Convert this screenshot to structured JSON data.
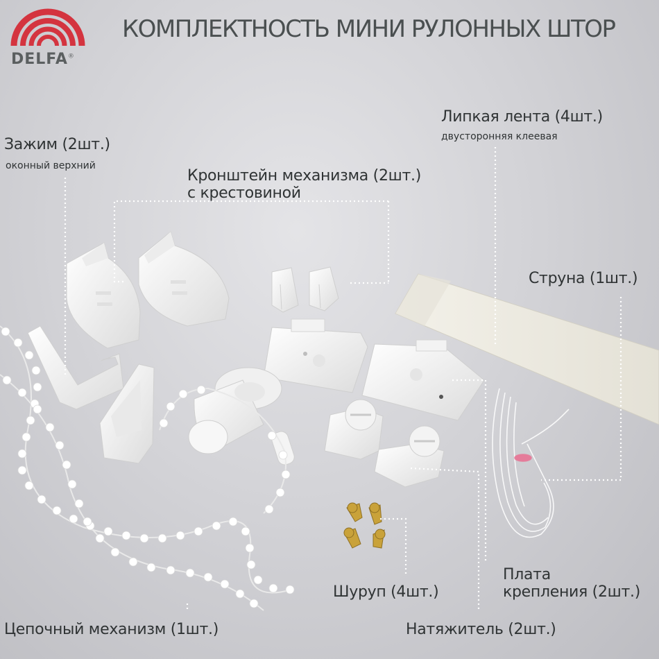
{
  "brand": {
    "name": "DELFA",
    "reg": "®",
    "arc_color": "#d4343f"
  },
  "title": "КОМПЛЕКТНОСТЬ МИНИ РУЛОННЫХ ШТОР",
  "labels": {
    "clamp": {
      "main": "Зажим  (2шт.)",
      "sub": "оконный верхний"
    },
    "bracket": {
      "line1": "Кронштейн механизма (2шт.)",
      "line2": "с крестовиной"
    },
    "tape": {
      "main": "Липкая лента (4шт.)",
      "sub": "двусторонняя клеевая"
    },
    "string": {
      "main": "Струна (1шт.)"
    },
    "plate": {
      "line1": "Плата",
      "line2": "крепления (2шт.)"
    },
    "screw": {
      "main": "Шуруп (4шт.)"
    },
    "tensioner": {
      "main": "Натяжитель  (2шт.)"
    },
    "chain": {
      "main": "Цепочный механизм (1шт.)"
    }
  },
  "colors": {
    "background": "#d3d3d7",
    "text": "#2f3334",
    "title": "#4a4f50",
    "parts": "#f4f4f2",
    "tape": "#ece9df",
    "screws": "#c9a23a"
  }
}
